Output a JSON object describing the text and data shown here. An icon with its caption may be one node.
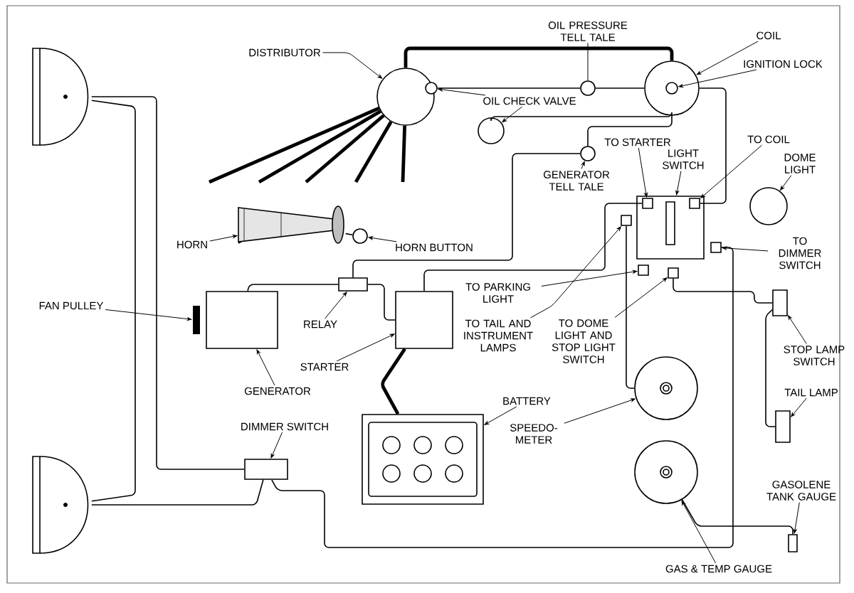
{
  "diagram": {
    "nodes": [
      {
        "text": [],
        "shape": "picture"
      },
      {
        "text": [
          "DISTRIBUTOR"
        ]
      },
      {
        "text": [],
        "shape": "circle"
      },
      {
        "text": [
          "OIL PRESSURE TELL TALE"
        ]
      },
      {
        "text": [],
        "shape": "circle"
      },
      {
        "text": [
          "COIL"
        ]
      },
      {
        "text": [],
        "shape": "circle"
      },
      {
        "text": [],
        "shape": "circle",
        "in": 6
      },
      {
        "text": [
          "IGNITION LOCK"
        ]
      },
      {
        "text": [
          "OIL CHECK VALVE"
        ]
      },
      {
        "text": [],
        "shape": "circle"
      },
      {
        "text": [],
        "shape": "circle"
      },
      {
        "text": [
          "GENERATOR TELL TALE"
        ]
      },
      {
        "text": [],
        "shape": "circle"
      },
      {
        "text": [
          "TO STARTER"
        ]
      },
      {
        "text": [
          "LIGHT SWITCH"
        ]
      },
      {
        "text": [],
        "shape": "box"
      },
      {
        "text": [],
        "shape": "box",
        "in": 16
      },
      {
        "text": [
          "TO COIL"
        ]
      },
      {
        "text": [],
        "shape": "box",
        "in": 16
      },
      {
        "text": [
          "DOME LIGHT"
        ]
      },
      {
        "text": [],
        "shape": "circle"
      },
      {
        "text": [
          "TO DIMMER SWITCH"
        ]
      },
      {
        "text": [],
        "shape": "box"
      },
      {
        "text": [
          "HORN"
        ]
      },
      {
        "text": [],
        "shape": "picture"
      },
      {
        "text": [
          "HORN BUTTON"
        ]
      },
      {
        "text": [],
        "shape": "circle"
      },
      {
        "text": [
          "FAN PULLEY"
        ]
      },
      {
        "text": [],
        "shape": "bar"
      },
      {
        "text": [],
        "shape": "box"
      },
      {
        "text": [],
        "shape": "box"
      },
      {
        "text": [
          "RELAY"
        ]
      },
      {
        "text": [],
        "shape": "box"
      },
      {
        "text": [
          "TO TAIL AND INSTRUMENT LAMPS"
        ]
      },
      {
        "text": [],
        "shape": "box"
      },
      {
        "text": [
          "STARTER"
        ]
      },
      {
        "text": [
          "TO PARKING LIGHT"
        ]
      },
      {
        "text": [],
        "shape": "box"
      },
      {
        "text": [
          "TO DOME LIGHT AND STOP LIGHT SWITCH"
        ]
      },
      {
        "text": [],
        "shape": "box"
      },
      {
        "text": [
          "GENERATOR"
        ]
      },
      {
        "text": [
          "BATTERY"
        ]
      },
      {
        "text": [],
        "shape": "box"
      },
      {
        "text": [
          "DIMMER SWITCH"
        ]
      },
      {
        "text": [],
        "shape": "box"
      },
      {
        "text": [
          "STOP LAMP SWITCH"
        ]
      },
      {
        "text": [],
        "shape": "box"
      },
      {
        "text": [],
        "shape": "circle"
      },
      {
        "text": [
          "SPEEDO- METER"
        ]
      },
      {
        "text": [
          "TAIL LAMP"
        ]
      },
      {
        "text": [],
        "shape": "box"
      },
      {
        "text": [],
        "shape": "picture"
      },
      {
        "text": [],
        "shape": "circle"
      },
      {
        "text": [
          "GASOLENE TANK GAUGE"
        ]
      },
      {
        "text": [],
        "shape": "box"
      },
      {
        "text": [
          "GAS & TEMP GAUGE"
        ]
      }
    ],
    "edges": [
      {
        "from": 1,
        "to": 2,
        "arrow": "to"
      },
      {
        "from": 3,
        "to": 4,
        "arrow": "none"
      },
      {
        "from": 5,
        "to": 6,
        "arrow": "to"
      },
      {
        "from": 8,
        "to": 7,
        "arrow": "to"
      },
      {
        "from": 9,
        "to": 10,
        "arrow": "to"
      },
      {
        "from": 9,
        "to": 11,
        "arrow": "to"
      },
      {
        "from": 12,
        "to": 13,
        "arrow": "to"
      },
      {
        "from": 14,
        "to": 17,
        "arrow": "to"
      },
      {
        "from": 15,
        "to": 16,
        "arrow": "to"
      },
      {
        "from": 18,
        "to": 19,
        "arrow": "to"
      },
      {
        "from": 20,
        "to": 21,
        "arrow": "to"
      },
      {
        "from": 22,
        "to": 23,
        "arrow": "to"
      },
      {
        "from": 24,
        "to": 25,
        "arrow": "to"
      },
      {
        "from": 26,
        "to": 27,
        "arrow": "to"
      },
      {
        "from": 28,
        "to": 29,
        "arrow": "to"
      },
      {
        "from": 32,
        "to": 31,
        "arrow": "to"
      },
      {
        "from": 36,
        "to": 33,
        "arrow": "to"
      },
      {
        "from": 41,
        "to": 30,
        "arrow": "to"
      },
      {
        "from": 34,
        "to": 35,
        "arrow": "to"
      },
      {
        "from": 37,
        "to": 38,
        "arrow": "to"
      },
      {
        "from": 39,
        "to": 40,
        "arrow": "to"
      },
      {
        "from": 42,
        "to": 43,
        "arrow": "to"
      },
      {
        "from": 44,
        "to": 45,
        "arrow": "to"
      },
      {
        "from": 46,
        "to": 47,
        "arrow": "to"
      },
      {
        "from": 49,
        "to": 48,
        "arrow": "to"
      },
      {
        "from": 50,
        "to": 51,
        "arrow": "to"
      },
      {
        "from": 54,
        "to": 55,
        "arrow": "to"
      },
      {
        "from": 56,
        "to": 53,
        "arrow": "to"
      },
      {
        "from": 2,
        "to": 6,
        "arrow": "none",
        "style": "thick"
      },
      {
        "from": 10,
        "to": 4,
        "arrow": "none"
      },
      {
        "from": 4,
        "to": 6,
        "arrow": "none"
      },
      {
        "from": 11,
        "to": 6,
        "arrow": "none"
      },
      {
        "from": 6,
        "to": 13,
        "arrow": "none"
      },
      {
        "from": 13,
        "to": 31,
        "arrow": "none"
      },
      {
        "from": 25,
        "to": 27,
        "arrow": "none"
      },
      {
        "from": 31,
        "to": 30,
        "arrow": "none"
      },
      {
        "from": 31,
        "to": 33,
        "arrow": "none"
      },
      {
        "from": 33,
        "to": 43,
        "arrow": "none",
        "style": "thick"
      },
      {
        "from": 17,
        "to": 33,
        "arrow": "none"
      },
      {
        "from": 35,
        "to": 48,
        "arrow": "none"
      },
      {
        "from": 6,
        "to": 19,
        "arrow": "none"
      },
      {
        "from": 40,
        "to": 47,
        "arrow": "none"
      },
      {
        "from": 47,
        "to": 51,
        "arrow": "none"
      },
      {
        "from": 53,
        "to": 55,
        "arrow": "none"
      },
      {
        "from": 45,
        "to": 23,
        "arrow": "none"
      },
      {
        "from": 0,
        "to": 45,
        "arrow": "none"
      },
      {
        "from": 52,
        "to": 45,
        "arrow": "none"
      },
      {
        "from": 0,
        "to": 52,
        "arrow": "none"
      },
      {
        "from": 2,
        "to": null,
        "arrow": "none",
        "style": "thick"
      },
      {
        "from": 2,
        "to": null,
        "arrow": "none",
        "style": "thick"
      },
      {
        "from": 2,
        "to": null,
        "arrow": "none",
        "style": "thick"
      },
      {
        "from": 2,
        "to": null,
        "arrow": "none",
        "style": "thick"
      },
      {
        "from": 2,
        "to": null,
        "arrow": "none",
        "style": "thick"
      }
    ]
  }
}
